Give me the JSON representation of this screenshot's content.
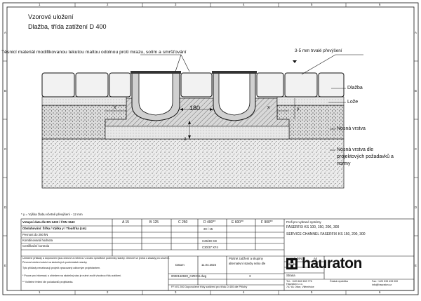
{
  "drawing": {
    "title_line1": "Vzorové uložení",
    "title_line2": "Dlažba, třída zatížení D 400",
    "col_numbers": [
      "1",
      "2",
      "3",
      "4",
      "5",
      "6"
    ],
    "row_letters": [
      "A",
      "B",
      "C",
      "D",
      "E"
    ],
    "dimension_180": "180",
    "dim_x": "x",
    "dim_y": "y",
    "dim_z": "z"
  },
  "callouts": {
    "sealant": "Těsnicí materiál modifikovanou tekutou maltou odolnou proti mrazu, solím a smršťování",
    "gap": "3-5 mm trvalé převýšení",
    "paving": "Dlažba",
    "bedding": "Lože",
    "base": "Nosná vrstva",
    "subbase_line1": "Nosná vrstva dle",
    "subbase_line2": "projektových požadavků a",
    "subbase_line3": "normy"
  },
  "footnote": "* y = Výška žlabu včetně převýšení - 12 mm",
  "title_block": {
    "row1_label": "Vstupní data dle EN 1433 / ČSN 1543",
    "row2_label": "Obsluhování: Šířka / Výška y / Tloušťka (cm)",
    "row3_label": "Pevnost do 250 kN",
    "row4_label": "Kombinovaná hodnota",
    "row5_label": "Certifikační kontrola",
    "classes": [
      "A 15",
      "B 125",
      "C 250",
      "D 400**",
      "E 600**",
      "F 900**"
    ],
    "d400_values": [
      "20 / 15",
      "C25/30 XD",
      "C30/37 XF4"
    ],
    "product_line0": "Profi pro vybrané systémy",
    "product_line1": "FASERFIX KS 100, 150, 200, 300",
    "product_line2": "SERVICE CHANNEL FASERFIX KS 150, 200, 300",
    "disclaimer_1": "Uvedené příklady a doporučení jsou obecné a neberou v úvahu specifické podmínky stavby. Obecně se jedná o zásady pro uložení.",
    "disclaimer_2": "Pevnost uložení závisí na skutečných podmínkách stavby.",
    "disclaimer_3": "Tyto příklady nenahrazují projekt zpracovaný odborným projektantem.",
    "disclaimer_4": "* Pouze pro informaci; s ohledem na skutečný stav je nutné zvolit vhodnou třídu zatížení.",
    "disclaimer_5": "** Volitelné řešení dle požadavků projektanta.",
    "date_label": "Datum",
    "date_value": "11.04.2024",
    "drawing_number": "0000160920_CZECH.dwg",
    "sheet_no": "3",
    "note_label": "Plošné zatížení a skupiny",
    "note_label2": "alternativní stavby nebo dle",
    "format_label": "Formát DIN",
    "format_value": "A4",
    "scale_label": "Měřítko",
    "scale_value": "1:5",
    "sheet_label": "Strana",
    "caption": "FF-KS 200 Doporučené třídy zatížení pro třídu D 400 dle Přílohy",
    "company": "hauraton",
    "addr1": "Tel.: +420 602 633 776",
    "addr2": "Hauraton s.r.o.",
    "addr3": "747 81 Otice, Viléměvice",
    "addr4": "Česká republika",
    "contact1": "Fax: +420 533 433 000",
    "contact2": "info@hauraton.cz"
  },
  "colors": {
    "hatch": "#777777",
    "concrete_light": "#e6e6e6",
    "concrete_dark": "#c8c8c8",
    "paving": "#f2f2f2",
    "ink": "#111111"
  }
}
